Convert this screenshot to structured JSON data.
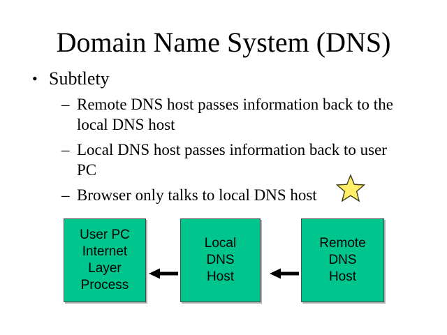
{
  "slide": {
    "title": "Domain Name System (DNS)",
    "background_color": "#ffffff",
    "text_color": "#000000"
  },
  "body": {
    "level1": {
      "marker": "•",
      "text": "Subtlety"
    },
    "level2": [
      {
        "marker": "–",
        "text": "Remote DNS host passes information back to the local DNS host"
      },
      {
        "marker": "–",
        "text": "Local DNS host passes information back to user PC"
      },
      {
        "marker": "–",
        "text": "Browser only talks to local DNS host"
      }
    ]
  },
  "decoration": {
    "star": {
      "name": "yellow-star",
      "fill": "#ffee66",
      "stroke": "#3d3d1a"
    }
  },
  "diagram": {
    "box_fill": "#00c68e",
    "box_border": "#4d4d4d",
    "nodes": [
      {
        "id": "user-pc",
        "lines": [
          "User PC",
          "Internet",
          "Layer",
          "Process"
        ]
      },
      {
        "id": "local-dns",
        "lines": [
          "Local",
          "DNS",
          "Host"
        ]
      },
      {
        "id": "remote-dns",
        "lines": [
          "Remote",
          "DNS",
          "Host"
        ]
      }
    ],
    "arrows": [
      {
        "id": "arrow-local-to-userpc",
        "direction": "left",
        "color": "#000000"
      },
      {
        "id": "arrow-remote-to-local",
        "direction": "left",
        "color": "#000000"
      }
    ]
  }
}
